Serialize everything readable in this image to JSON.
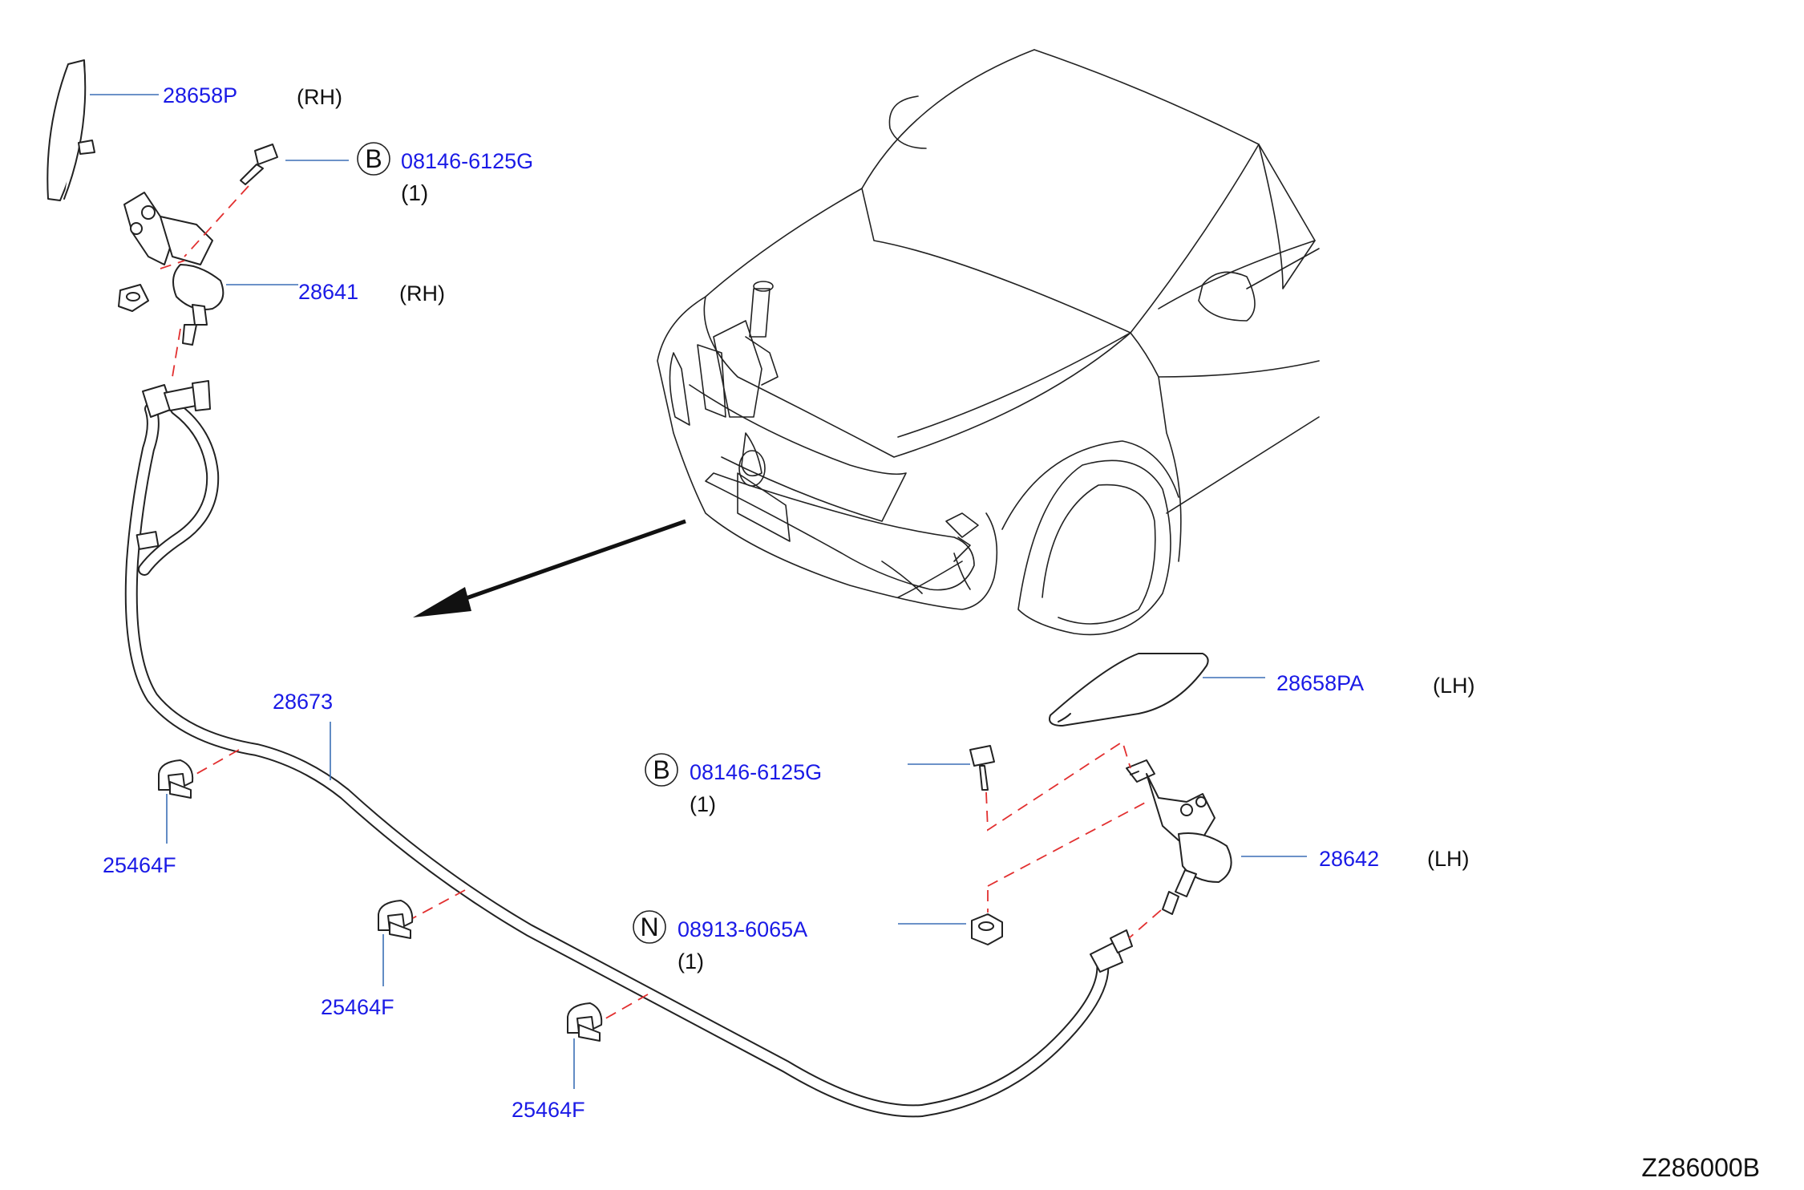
{
  "callouts": {
    "p28658p": {
      "part_no": "28658P",
      "qualifier": "(RH)"
    },
    "p08146_top": {
      "symbol": "B",
      "part_no": "08146-6125G",
      "qty": "(1)"
    },
    "p28641": {
      "part_no": "28641",
      "qualifier": "(RH)"
    },
    "p28673": {
      "part_no": "28673"
    },
    "p25464f_a": {
      "part_no": "25464F"
    },
    "p25464f_b": {
      "part_no": "25464F"
    },
    "p25464f_c": {
      "part_no": "25464F"
    },
    "p28658pa": {
      "part_no": "28658PA",
      "qualifier": "(LH)"
    },
    "p08146_mid": {
      "symbol": "B",
      "part_no": "08146-6125G",
      "qty": "(1)"
    },
    "p28642": {
      "part_no": "28642",
      "qualifier": "(LH)"
    },
    "p08913": {
      "symbol": "N",
      "part_no": "08913-6065A",
      "qty": "(1)"
    }
  },
  "diagram_code": "Z286000B",
  "colors": {
    "part_number": "#1a1ae6",
    "leader_line": "#3b6fb5",
    "assembly_dash": "#e23030",
    "line_art": "#222222"
  }
}
